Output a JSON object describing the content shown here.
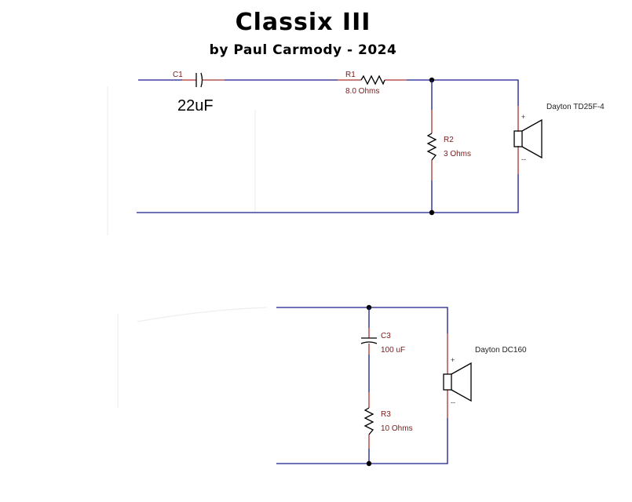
{
  "header": {
    "title": "Classix III",
    "subtitle": "by Paul Carmody - 2024"
  },
  "tweeter_circuit": {
    "capacitor": {
      "ref": "C1",
      "value": "22uF"
    },
    "series_resistor": {
      "ref": "R1",
      "value": "8.0 Ohms"
    },
    "shunt_resistor": {
      "ref": "R2",
      "value": "3 Ohms"
    },
    "driver": {
      "name": "Dayton TD25F-4",
      "plus": "+",
      "minus": "--"
    }
  },
  "woofer_circuit": {
    "capacitor": {
      "ref": "C3",
      "value": "100 uF"
    },
    "resistor": {
      "ref": "R3",
      "value": "10 Ohms"
    },
    "driver": {
      "name": "Dayton DC160",
      "plus": "+",
      "minus": "--"
    }
  },
  "colors": {
    "wire": "#1a1a8c",
    "lead": "#aa3333",
    "label": "#7a1a1a"
  }
}
